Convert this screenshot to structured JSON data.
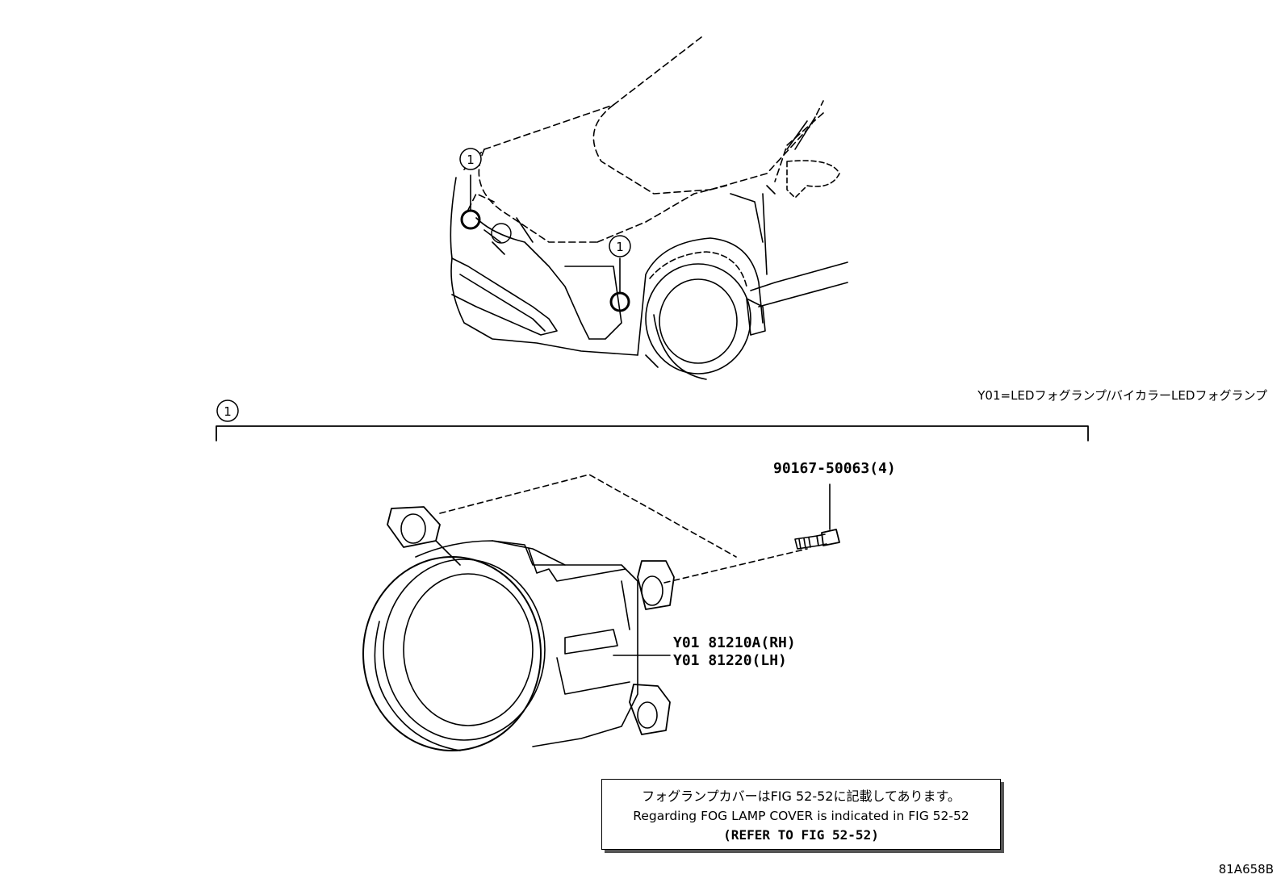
{
  "callout_number": "1",
  "legend": "Y01=LEDフォグランプ/バイカラーLEDフォグランプ",
  "parts": {
    "bolt": "90167-50063(4)",
    "lamp_rh": "Y01 81210A(RH)",
    "lamp_lh": "Y01 81220(LH)"
  },
  "note": {
    "line1": "フォグランプカバーはFIG 52-52に記載してあります。",
    "line2": "Regarding FOG LAMP COVER is indicated in FIG 52-52",
    "line3": "(REFER TO FIG 52-52)"
  },
  "figure_code": "81A658B"
}
